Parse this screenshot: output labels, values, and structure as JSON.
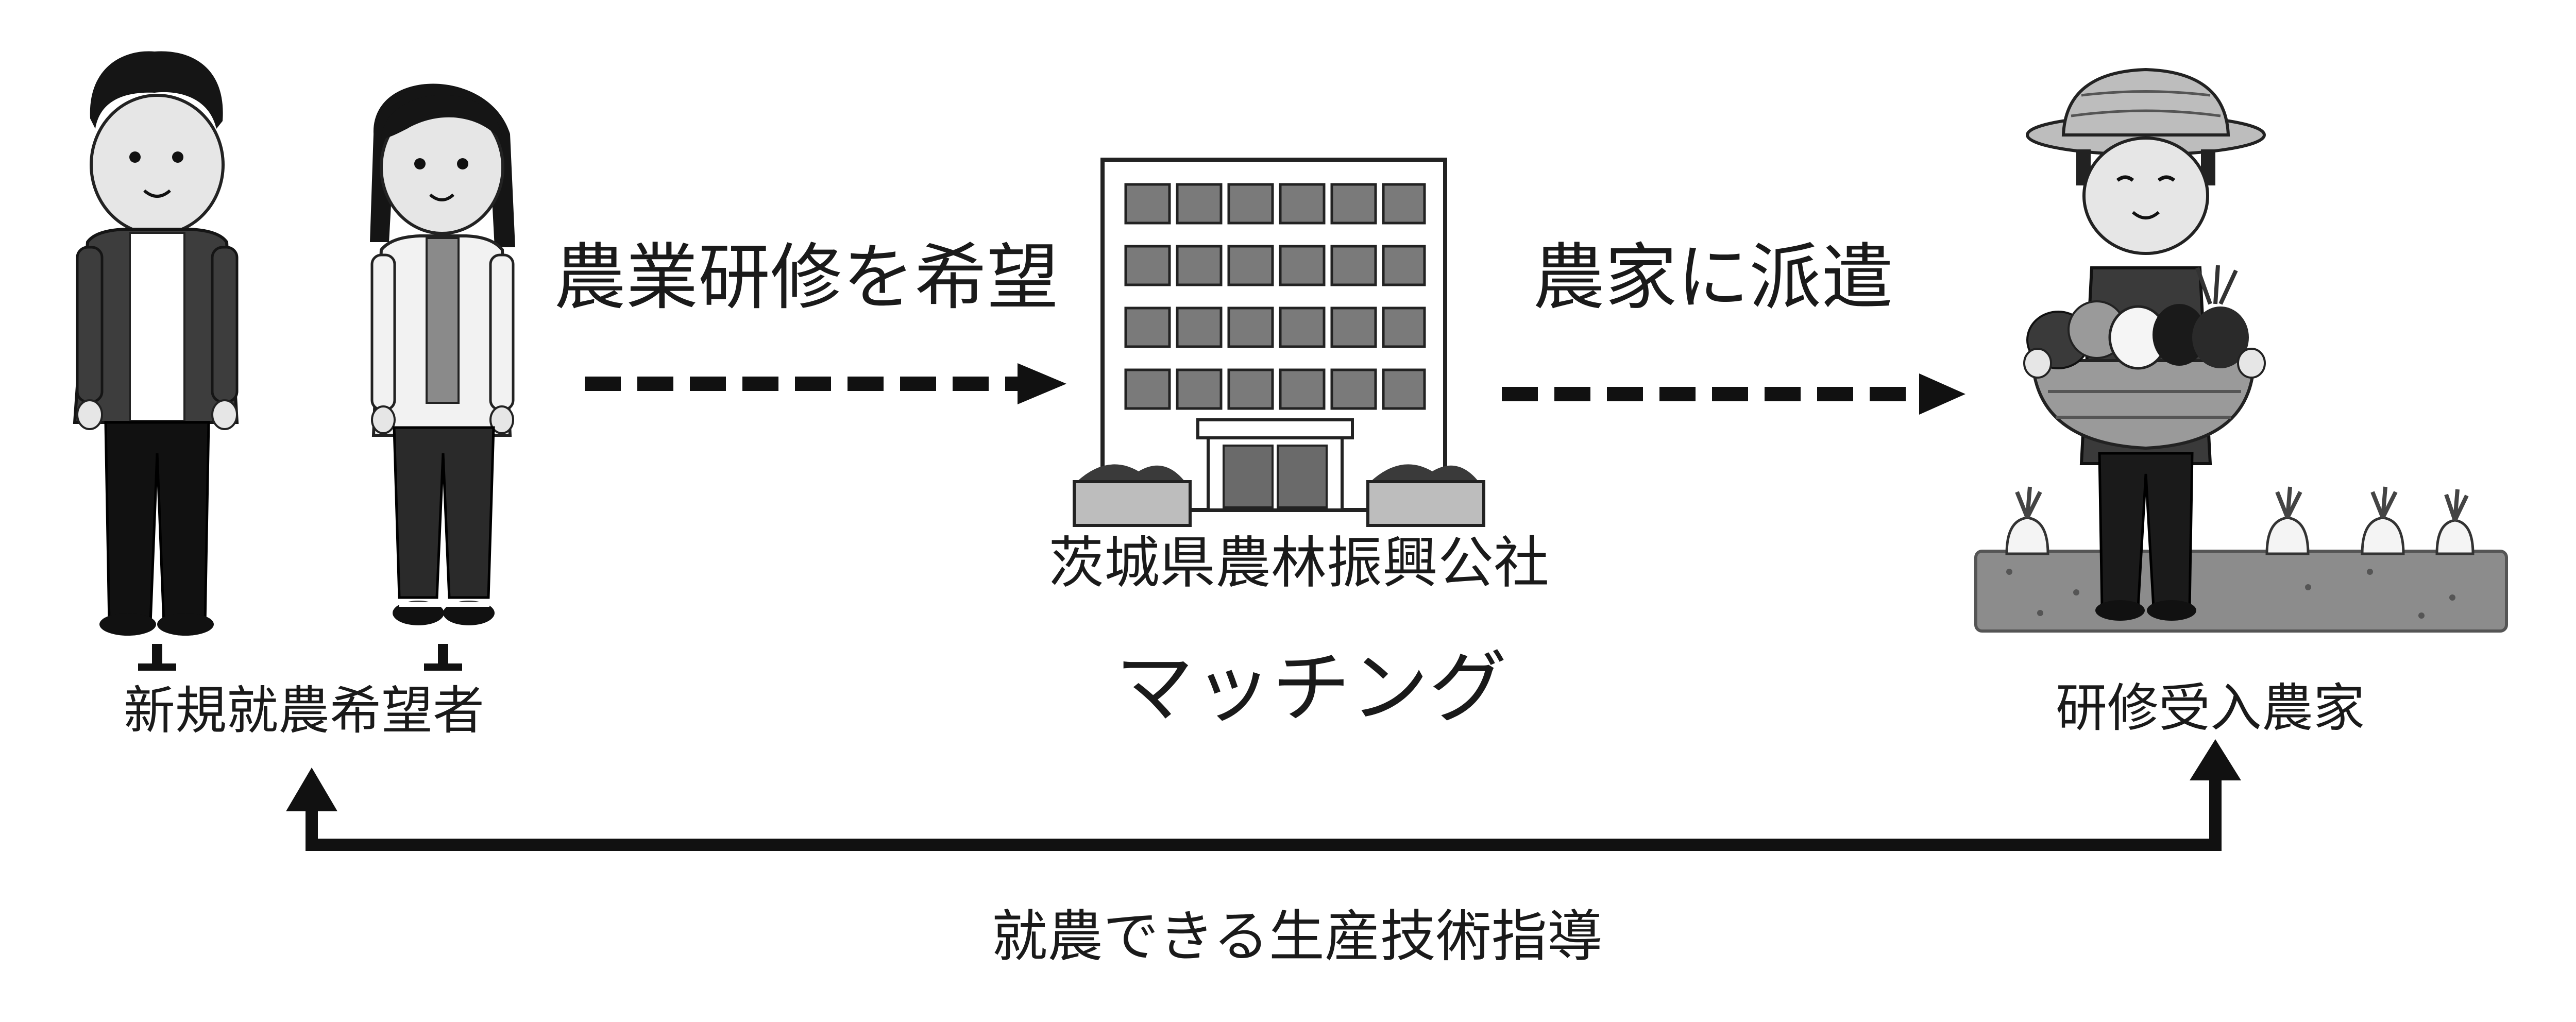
{
  "labels": {
    "applicants": "新規就農希望者",
    "request": "農業研修を希望",
    "organization": "茨城県農林振興公社",
    "matching": "マッチング",
    "dispatch": "農家に派遣",
    "host_farmers": "研修受入農家",
    "guidance": "就農できる生産技術指導"
  },
  "icons": {
    "man": "person-man-icon",
    "woman": "person-woman-icon",
    "building": "office-building-icon",
    "farmer": "farmer-with-vegetables-icon"
  }
}
